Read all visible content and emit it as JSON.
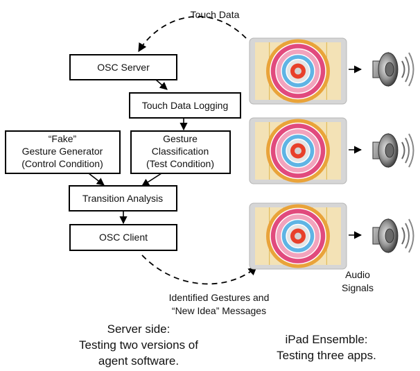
{
  "nodes": {
    "osc_server": "OSC Server",
    "touch_logging": "Touch Data Logging",
    "fake_generator": [
      "“Fake”",
      "Gesture Generator",
      "(Control Condition)"
    ],
    "gesture_classification": [
      "Gesture",
      "Classification",
      "(Test Condition)"
    ],
    "transition_analysis": "Transition Analysis",
    "osc_client": "OSC Client"
  },
  "labels": {
    "touch_data": "Touch Data",
    "identified": [
      "Identified Gestures and",
      "“New Idea” Messages"
    ],
    "audio_signals": [
      "Audio",
      "Signals"
    ],
    "server_side": [
      "Server side:",
      "Testing two versions of",
      "agent software."
    ],
    "ipad_ensemble": [
      "iPad Ensemble:",
      "Testing three apps."
    ]
  },
  "ipads": [
    {
      "name": "ipad-1"
    },
    {
      "name": "ipad-2"
    },
    {
      "name": "ipad-3"
    }
  ],
  "colors": {
    "ipad_frame": "#d6d6d6",
    "screen_bg": "#f3e2b6",
    "grid_line": "#e0b64a",
    "ring_orange": "#e9a33a",
    "ring_magenta": "#e14a7d",
    "ring_pink": "#f2a3bd",
    "ring_blue": "#5fb4e4",
    "ring_grey": "#e5e5e5",
    "ring_red": "#e8402a",
    "ring_center": "#d3d3d3"
  }
}
